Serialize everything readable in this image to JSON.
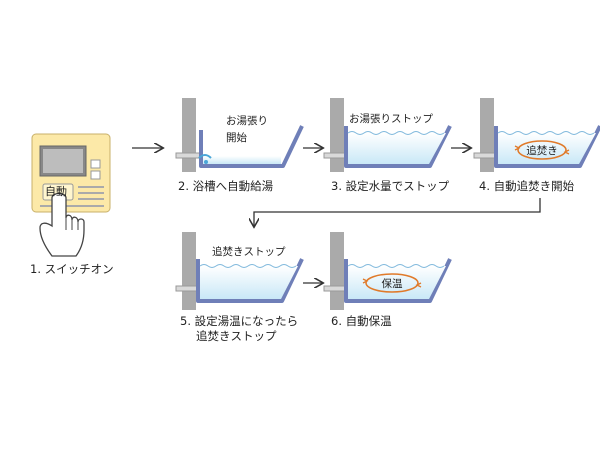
{
  "steps": [
    {
      "caption": "1. スイッチオン",
      "panel_button": "自動"
    },
    {
      "caption": "2. 浴槽へ自動給湯",
      "tub_text": "お湯張り開始",
      "tub_text_line1": "お湯張り",
      "tub_text_line2": "開始"
    },
    {
      "caption": "3. 設定水量でストップ",
      "tub_text": "お湯張りストップ"
    },
    {
      "caption": "4. 自動追焚き開始",
      "tub_badge": "追焚き"
    },
    {
      "caption_line1": "5. 設定湯温になったら",
      "caption_line2": "追焚きストップ",
      "tub_text": "追焚きストップ"
    },
    {
      "caption": "6. 自動保温",
      "tub_badge": "保温"
    }
  ],
  "colors": {
    "wall": "#aaaaaa",
    "tub": "#6f7fb8",
    "water": "#dff1fb",
    "arrow": "#333333",
    "badge_ring": "#e07a2a",
    "panel": "#fce9a8"
  }
}
